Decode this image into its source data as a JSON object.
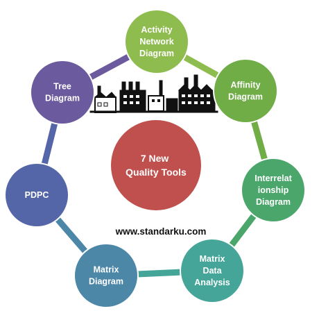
{
  "center": {
    "lines": [
      "7 New",
      "Quality Tools"
    ],
    "color": "#c0504d"
  },
  "website": "www.standarku.com",
  "ring_color_note": "ring segments take the color of adjacent nodes",
  "nodes": [
    {
      "id": "activity-network-diagram",
      "lines": [
        "Activity",
        "Network",
        "Diagram"
      ],
      "color": "#8fbc4f"
    },
    {
      "id": "affinity-diagram",
      "lines": [
        "Affinity",
        "Diagram"
      ],
      "color": "#70ad47"
    },
    {
      "id": "interrelationship-diagram",
      "lines": [
        "Interrelat",
        "ionship",
        "Diagram"
      ],
      "color": "#4aa66a"
    },
    {
      "id": "matrix-data-analysis",
      "lines": [
        "Matrix",
        "Data",
        "Analysis"
      ],
      "color": "#44a598"
    },
    {
      "id": "matrix-diagram",
      "lines": [
        "Matrix",
        "Diagram"
      ],
      "color": "#4c87a8"
    },
    {
      "id": "pdpc",
      "lines": [
        "PDPC"
      ],
      "color": "#5466a8"
    },
    {
      "id": "tree-diagram",
      "lines": [
        "Tree",
        "Diagram"
      ],
      "color": "#6b5a9e"
    }
  ],
  "icons": {
    "factory": "factory-skyline-icon"
  }
}
